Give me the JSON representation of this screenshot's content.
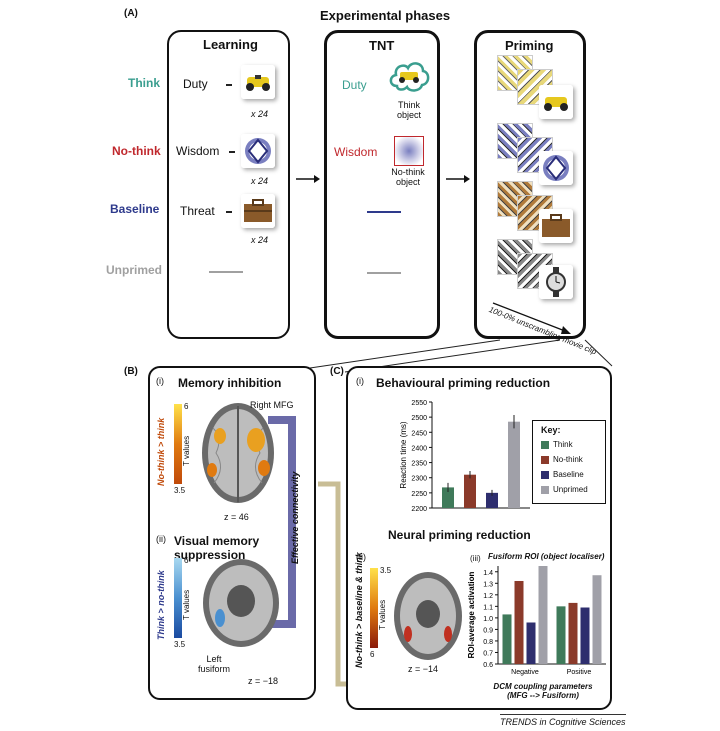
{
  "top": {
    "panel_label": "(A)",
    "title": "Experimental phases"
  },
  "conditions": {
    "think": {
      "label": "Think",
      "color": "#3a9e8f"
    },
    "nothink": {
      "label": "No-think",
      "color": "#c0282d"
    },
    "baseline": {
      "label": "Baseline",
      "color": "#2e3a8c"
    },
    "unprimed": {
      "label": "Unprimed",
      "color": "#a0a0a0"
    }
  },
  "learning": {
    "title": "Learning",
    "words": [
      "Duty",
      "Wisdom",
      "Threat"
    ],
    "reps": [
      "x 24",
      "x 24",
      "x 24"
    ]
  },
  "tnt": {
    "title": "TNT",
    "think_word": "Duty",
    "think_caption": "Think object",
    "nothink_word": "Wisdom",
    "nothink_caption": "No-think object"
  },
  "priming": {
    "title": "Priming",
    "movie_caption": "100-0% unscrambling movie clip"
  },
  "panel_b": {
    "label": "(B)",
    "i": {
      "label": "(i)",
      "title": "Memory inhibition",
      "contrast": "No-think > think",
      "tvalues": "T values",
      "tmax": "6",
      "tmin": "3.5",
      "region": "Right MFG",
      "slice": "z = 46"
    },
    "connectivity": "Effective connectivity",
    "ii": {
      "label": "(ii)",
      "title": "Visual memory suppression",
      "contrast": "Think > no-think",
      "tvalues": "T values",
      "tmax": "6",
      "tmin": "3.5",
      "region": "Left fusiform",
      "slice": "z = −18"
    }
  },
  "panel_c": {
    "label": "(C)",
    "i": {
      "label": "(i)",
      "title": "Behavioural priming reduction"
    },
    "key": {
      "title": "Key:",
      "items": [
        "Think",
        "No-think",
        "Baseline",
        "Unprimed"
      ]
    },
    "ii": {
      "label": "(ii)",
      "title": "Neural priming reduction",
      "contrast": "No-think > baseline & think",
      "tvalues": "T values",
      "tmax": "3.5",
      "tmin": "6",
      "slice": "z = −14"
    },
    "iii": {
      "label": "(iii)",
      "title": "Fusiform ROI (object localiser)"
    }
  },
  "footer": "TRENDS in Cognitive Sciences",
  "chart_data": [
    {
      "type": "bar",
      "title": "",
      "xlabel": "",
      "ylabel": "Reaction time (ms)",
      "ylim": [
        2200,
        2550
      ],
      "yticks": [
        2200,
        2250,
        2300,
        2350,
        2400,
        2450,
        2500,
        2550
      ],
      "categories": [
        "Think",
        "No-think",
        "Baseline",
        "Unprimed"
      ],
      "values": [
        2268,
        2310,
        2250,
        2485
      ],
      "errors": [
        15,
        12,
        10,
        22
      ],
      "colors": [
        "#3f7a5a",
        "#8b3a2a",
        "#2e2e6e",
        "#a0a0a8"
      ]
    },
    {
      "type": "bar",
      "title": "Fusiform ROI (object localiser)",
      "xlabel": "DCM coupling parameters (MFG --> Fusiform)",
      "ylabel": "ROI-average activation",
      "ylim": [
        0.6,
        1.45
      ],
      "yticks": [
        0.6,
        0.7,
        0.8,
        0.9,
        1.0,
        1.1,
        1.2,
        1.3,
        1.4
      ],
      "categories": [
        "Negative",
        "Positive"
      ],
      "series": [
        {
          "name": "Think",
          "values": [
            1.03,
            1.1
          ],
          "color": "#3f7a5a"
        },
        {
          "name": "No-think",
          "values": [
            1.32,
            1.13
          ],
          "color": "#8b3a2a"
        },
        {
          "name": "Baseline",
          "values": [
            0.96,
            1.09
          ],
          "color": "#2e2e6e"
        },
        {
          "name": "Unprimed",
          "values": [
            1.45,
            1.37
          ],
          "color": "#a0a0a8"
        }
      ]
    }
  ]
}
